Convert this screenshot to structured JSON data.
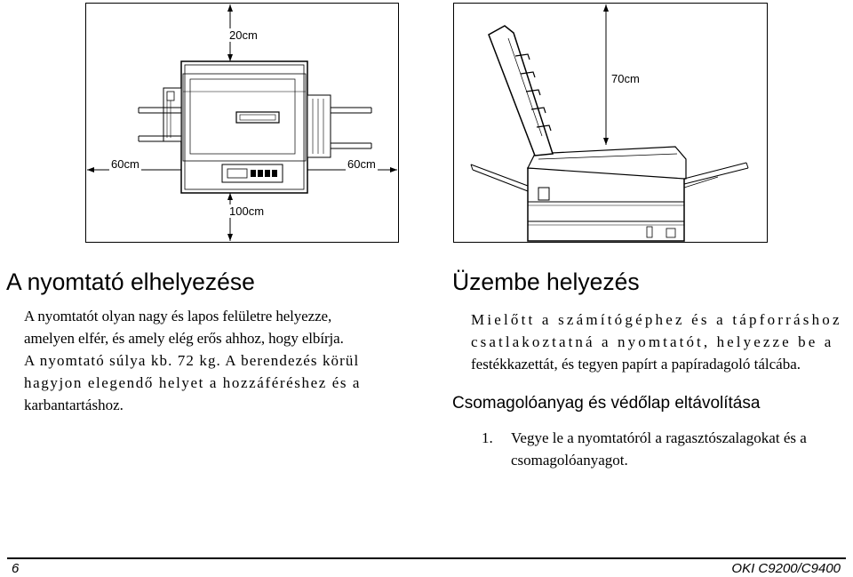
{
  "figure_left": {
    "dim_top": "20cm",
    "dim_left": "60cm",
    "dim_right": "60cm",
    "dim_bottom": "100cm"
  },
  "figure_right": {
    "dim_top": "70cm"
  },
  "left_section": {
    "title": "A nyomtató elhelyezése",
    "lines": [
      "A nyomtatót olyan nagy és lapos felületre helyezze,",
      "amelyen elfér, és amely elég erős ahhoz, hogy elbírja.",
      "A nyomtató súlya kb. 72 kg. A berendezés körül",
      "hagyjon elegendő helyet a hozzáféréshez és a",
      "karbantartáshoz."
    ]
  },
  "right_section": {
    "title": "Üzembe helyezés",
    "lines": [
      "Mielőtt a számítógéphez és a tápforráshoz",
      "csatlakoztatná a nyomtatót, helyezze be a",
      "festékkazettát, és tegyen papírt a papíradagoló tálcába."
    ],
    "subtitle": "Csomagolóanyag és védőlap eltávolítása",
    "list": [
      {
        "num": "1.",
        "lines": [
          "Vegye le a nyomtatóról a ragasztószalagokat és a",
          "csomagolóanyagot."
        ]
      }
    ]
  },
  "footer": {
    "page_number": "6",
    "product": "OKI C9200/C9400"
  }
}
